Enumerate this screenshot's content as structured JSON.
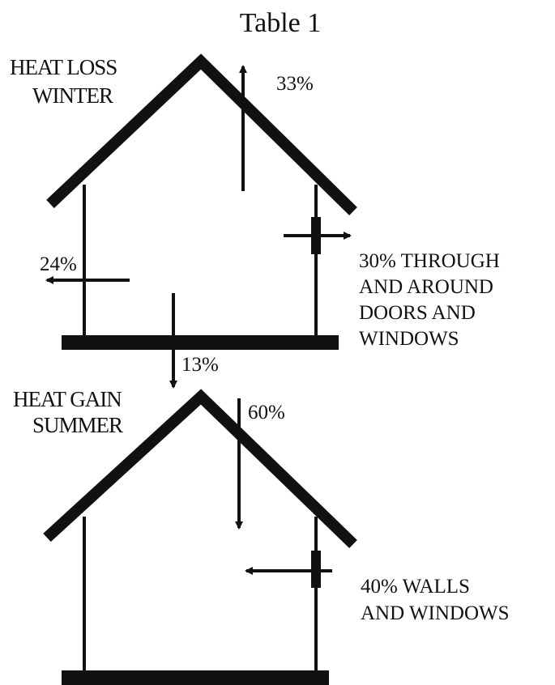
{
  "title": "Table 1",
  "winter": {
    "heading_line1": "HEAT LOSS",
    "heading_line2": "WINTER",
    "roof_pct": "33%",
    "wall_pct": "24%",
    "floor_pct": "13%",
    "doors_note": [
      "30% THROUGH",
      "AND AROUND",
      "DOORS AND",
      "WINDOWS"
    ]
  },
  "summer": {
    "heading_line1": "HEAT GAIN",
    "heading_line2": "SUMMER",
    "roof_pct": "60%",
    "walls_note": [
      "40% WALLS",
      "AND WINDOWS"
    ]
  }
}
